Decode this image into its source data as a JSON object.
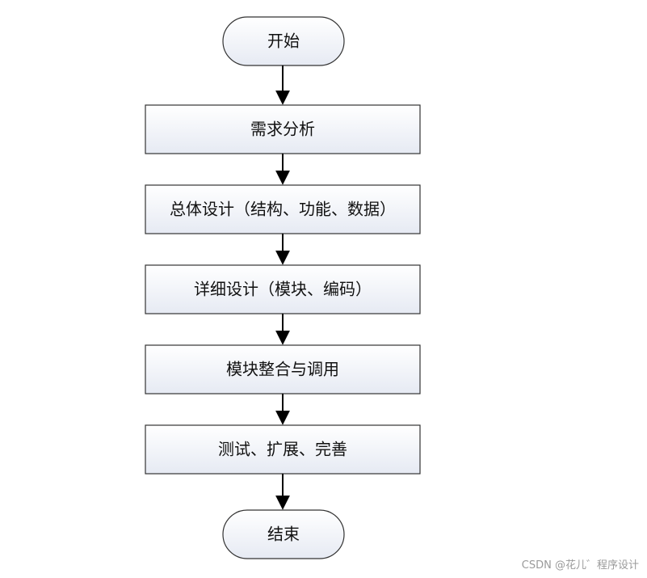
{
  "flowchart": {
    "start": "开始",
    "steps": [
      "需求分析",
      "总体设计（结构、功能、数据）",
      "详细设计（模块、编码）",
      "模块整合与调用",
      "测试、扩展、完善"
    ],
    "end": "结束"
  },
  "watermark": "CSDN @花儿゛程序设计",
  "colors": {
    "box_fill_top": "#ffffff",
    "box_fill_bottom": "#e6eaf3",
    "stroke": "#333333",
    "text": "#111111"
  }
}
